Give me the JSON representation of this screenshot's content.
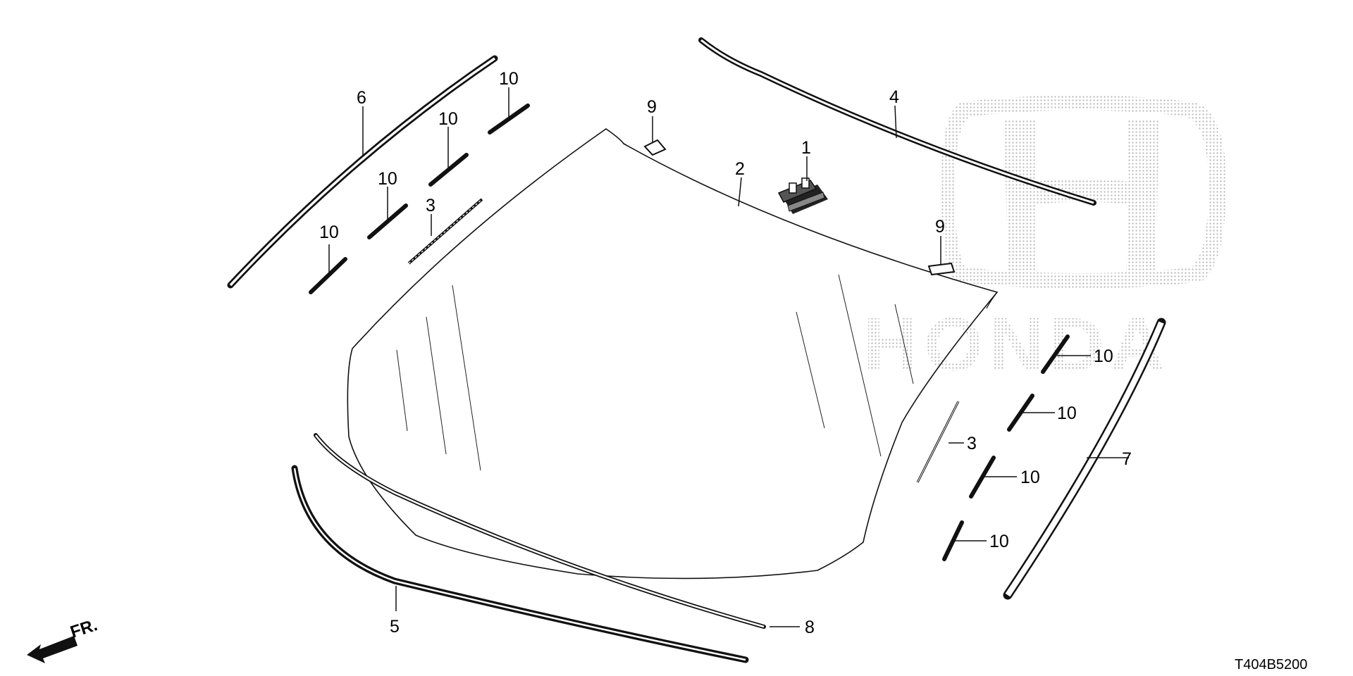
{
  "diagram": {
    "callouts": {
      "c1": "1",
      "c2": "2",
      "c3a": "3",
      "c3b": "3",
      "c4": "4",
      "c5": "5",
      "c6": "6",
      "c7": "7",
      "c8": "8",
      "c9a": "9",
      "c9b": "9",
      "c10a": "10",
      "c10b": "10",
      "c10c": "10",
      "c10d": "10",
      "c10e": "10",
      "c10f": "10",
      "c10g": "10",
      "c10h": "10"
    },
    "watermark": {
      "brand": "HONDA",
      "icon": "honda-h-logo"
    },
    "front_indicator": {
      "label": "FR.",
      "icon": "front-arrow-icon"
    },
    "diagram_code": "T404B5200"
  }
}
